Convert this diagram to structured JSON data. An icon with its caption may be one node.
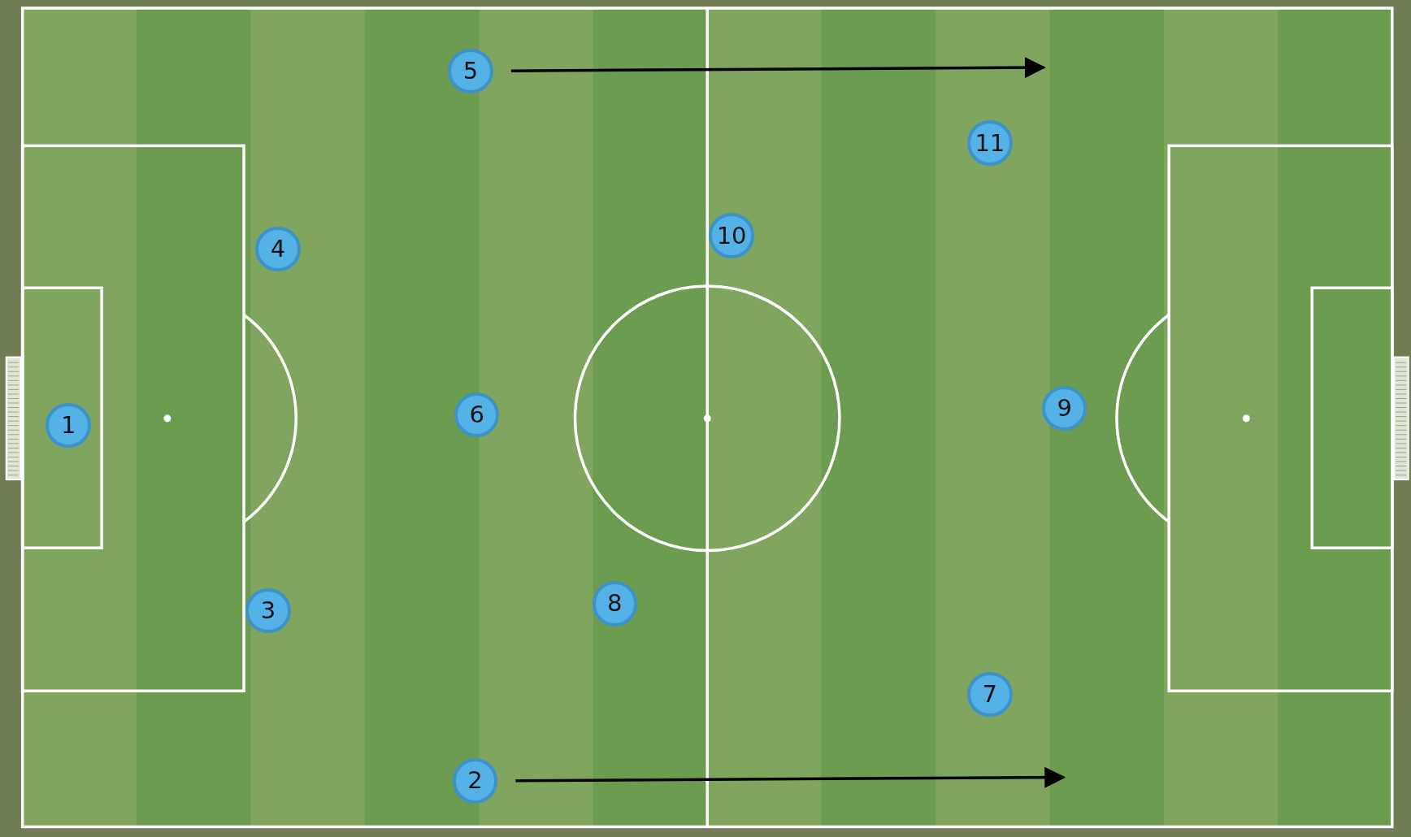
{
  "diagram": {
    "nodes": [
      {
        "text": [
          "1"
        ]
      },
      {
        "text": [
          "2"
        ]
      },
      {
        "text": [
          "3"
        ]
      },
      {
        "text": [
          "4"
        ]
      },
      {
        "text": [
          "5"
        ]
      },
      {
        "text": [
          "6"
        ]
      },
      {
        "text": [
          "7"
        ]
      },
      {
        "text": [
          "8"
        ]
      },
      {
        "text": [
          "9"
        ]
      },
      {
        "text": [
          "10"
        ]
      },
      {
        "text": [
          "11"
        ]
      }
    ],
    "edges": [
      {
        "from": 4,
        "to": null,
        "arrow": "to"
      },
      {
        "from": 1,
        "to": null,
        "arrow": "to"
      }
    ]
  }
}
